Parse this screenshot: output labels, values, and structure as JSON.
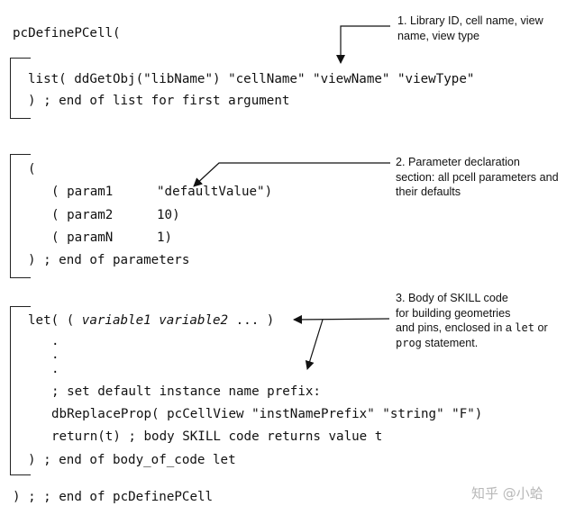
{
  "code": {
    "header": "pcDefinePCell(",
    "section1": {
      "line1": "list( ddGetObj(\"libName\") \"cellName\" \"viewName\" \"viewType\"",
      "line2": ") ; end of list for first argument"
    },
    "section2": {
      "open": "(",
      "param1_name": "( param1",
      "param1_value": "\"defaultValue\")",
      "param2_name": "( param2",
      "param2_value": "10)",
      "paramN_name": "( paramN",
      "paramN_value": "1)",
      "close": ") ; end of parameters"
    },
    "section3": {
      "let_prefix": "let( ( ",
      "let_vars": "variable1 variable2",
      "let_suffix": " ... )",
      "dot": ".",
      "comment": "; set default instance name prefix:",
      "replace_prop": "dbReplaceProp( pcCellView \"instNamePrefix\" \"string\" \"F\")",
      "return_line": "return(t) ; body SKILL code returns value t",
      "close": ") ; end of body_of_code let"
    },
    "footer": ") ; ; end of pcDefinePCell"
  },
  "notes": {
    "note1": {
      "line1": "1. Library ID, cell name, view",
      "line2": "name, view type"
    },
    "note2": {
      "line1": "2. Parameter declaration",
      "line2": "section: all pcell parameters and",
      "line3": "their defaults"
    },
    "note3": {
      "line1": "3. Body of SKILL code",
      "line2": "for building geometries",
      "line3_pre": "and pins, enclosed in a ",
      "line3_code": "let",
      "line3_post": " or",
      "line4_code": "prog",
      "line4_post": " statement."
    }
  },
  "watermark": "知乎 @小蛤"
}
